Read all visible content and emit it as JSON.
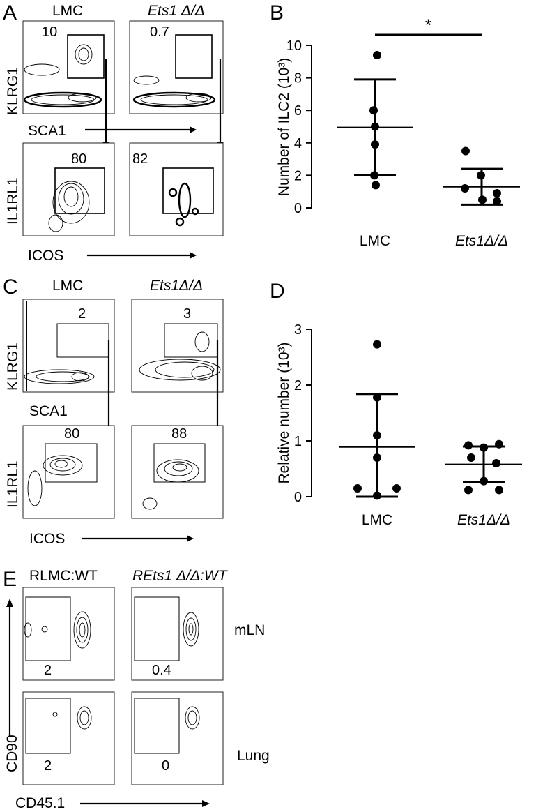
{
  "figure": {
    "panel_labels": [
      "A",
      "B",
      "C",
      "D",
      "E"
    ],
    "panel_a": {
      "col_headers": [
        "LMC",
        "Ets1 Δ/Δ"
      ],
      "top_ylabel": "KLRG1",
      "top_xlabel": "SCA1",
      "bottom_ylabel": "IL1RL1",
      "bottom_xlabel": "ICOS",
      "gate_values_top": [
        "10",
        "0.7"
      ],
      "gate_values_bottom": [
        "80",
        "82"
      ]
    },
    "panel_c": {
      "col_headers": [
        "LMC",
        "Ets1Δ/Δ"
      ],
      "top_ylabel": "KLRG1",
      "top_xlabel": "SCA1",
      "bottom_ylabel": "IL1RL1",
      "bottom_xlabel": "ICOS",
      "gate_values_top": [
        "2",
        "3"
      ],
      "gate_values_bottom": [
        "80",
        "88"
      ]
    },
    "panel_e": {
      "col_headers": [
        "RLMC:WT",
        "REts1 Δ/Δ:WT"
      ],
      "ylabel": "CD90",
      "xlabel": "CD45.1",
      "row_labels": [
        "mLN",
        "Lung"
      ],
      "gate_values_row1": [
        "2",
        "0.4"
      ],
      "gate_values_row2": [
        "2",
        "0"
      ]
    }
  },
  "chart_data": [
    {
      "panel": "B",
      "type": "scatter",
      "ylabel": "Number of ILC2 (10³)",
      "categories": [
        "LMC",
        "Ets1Δ/Δ"
      ],
      "ylim": [
        0,
        10
      ],
      "yticks": [
        "0",
        "2",
        "4",
        "6",
        "8",
        "10"
      ],
      "significance": "*",
      "series": [
        {
          "category": "LMC",
          "points": [
            9.4,
            6.0,
            5.0,
            3.9,
            2.0,
            1.4
          ],
          "mean": 4.95,
          "sd_low": 2.0,
          "sd_high": 7.9
        },
        {
          "category": "Ets1Δ/Δ",
          "points": [
            3.5,
            2.0,
            1.2,
            0.9,
            0.5,
            0.4
          ],
          "mean": 1.3,
          "sd_low": 0.2,
          "sd_high": 2.4
        }
      ]
    },
    {
      "panel": "D",
      "type": "scatter",
      "ylabel": "Relative number (10³)",
      "categories": [
        "LMC",
        "Ets1Δ/Δ"
      ],
      "ylim": [
        0,
        3
      ],
      "yticks": [
        "0",
        "1",
        "2",
        "3"
      ],
      "series": [
        {
          "category": "LMC",
          "points": [
            2.73,
            1.78,
            1.1,
            0.7,
            0.15,
            0.15,
            0.02
          ],
          "mean": 0.89,
          "sd_low": 0.0,
          "sd_high": 1.84
        },
        {
          "category": "Ets1Δ/Δ",
          "points": [
            0.92,
            0.94,
            0.88,
            0.7,
            0.6,
            0.28,
            0.12,
            0.12
          ],
          "mean": 0.58,
          "sd_low": 0.26,
          "sd_high": 0.9
        }
      ]
    }
  ]
}
